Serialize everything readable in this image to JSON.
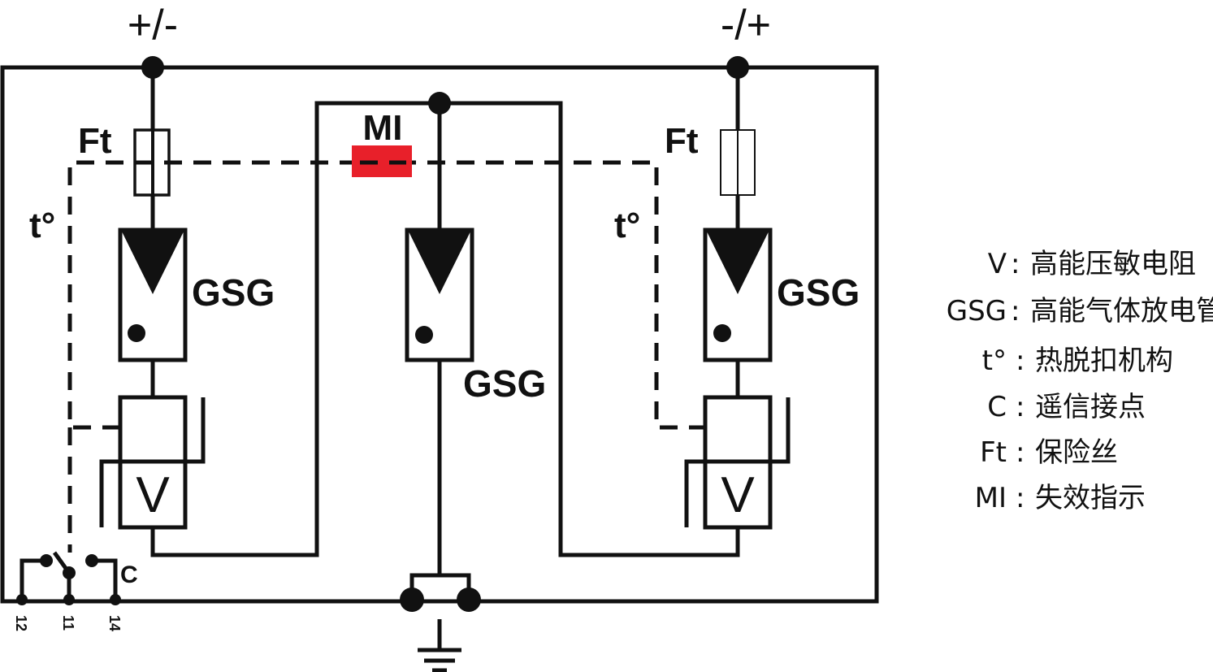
{
  "terminals": {
    "left": "+/-",
    "right": "-/+"
  },
  "labels": {
    "ft": "Ft",
    "mi": "MI",
    "thermal": "t°",
    "gsg": "GSG",
    "varistor": "V",
    "contact": "C"
  },
  "pins": [
    "12",
    "11",
    "14"
  ],
  "legend": [
    {
      "key": "V",
      "sep": ":",
      "desc": "高能压敏电阻"
    },
    {
      "key": "GSG",
      "sep": ":",
      "desc": "高能气体放电管"
    },
    {
      "key": "t°",
      "sep": ":",
      "desc": "热脱扣机构"
    },
    {
      "key": "C",
      "sep": ":",
      "desc": "遥信接点"
    },
    {
      "key": "Ft",
      "sep": ":",
      "desc": "保险丝"
    },
    {
      "key": "MI",
      "sep": ":",
      "desc": "失效指示"
    }
  ],
  "colors": {
    "line": "#111111",
    "indicator": "#e8202a"
  }
}
